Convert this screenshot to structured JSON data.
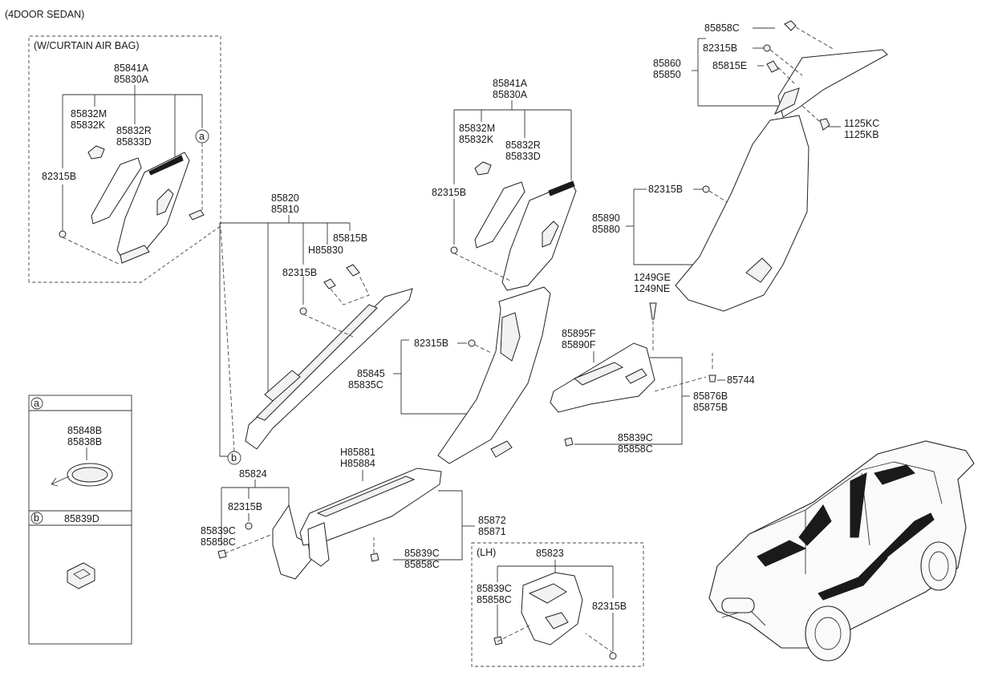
{
  "header": {
    "model": "(4DOOR SEDAN)"
  },
  "groups": {
    "curtain_airbag": {
      "title": "(W/CURTAIN AIR BAG)"
    },
    "lh": {
      "title": "(LH)"
    }
  },
  "legend": {
    "a": {
      "letter": "a",
      "codes": [
        "85848B",
        "85838B"
      ]
    },
    "b": {
      "letter": "b",
      "codes": [
        "85839D"
      ]
    }
  },
  "labels": {
    "l01": "85841A",
    "l02": "85830A",
    "l03": "85832M",
    "l04": "85832K",
    "l05": "85832R",
    "l06": "85833D",
    "l07": "82315B",
    "l08": "a",
    "l09": "85820",
    "l10": "85810",
    "l11": "85815B",
    "l12": "H85830",
    "l13": "82315B",
    "l14": "b",
    "l15": "85841A",
    "l16": "85830A",
    "l17": "85832M",
    "l18": "85832K",
    "l19": "85832R",
    "l20": "85833D",
    "l21": "82315B",
    "l22": "85858C",
    "l23": "82315B",
    "l24": "85815E",
    "l25": "85860",
    "l26": "85850",
    "l27": "1125KC",
    "l28": "1125KB",
    "l29": "82315B",
    "l30": "85890",
    "l31": "85880",
    "l32": "1249GE",
    "l33": "1249NE",
    "l34": "82315B",
    "l35": "85845",
    "l36": "85835C",
    "l37": "85895F",
    "l38": "85890F",
    "l39": "85744",
    "l40": "85876B",
    "l41": "85875B",
    "l42": "85839C",
    "l43": "85858C",
    "l44": "85824",
    "l45": "82315B",
    "l46": "85839C",
    "l47": "85858C",
    "l48": "H85881",
    "l49": "H85884",
    "l50": "85872",
    "l51": "85871",
    "l52": "85839C",
    "l53": "85858C",
    "l54": "85823",
    "l55": "85839C",
    "l56": "85858C",
    "l57": "82315B"
  }
}
